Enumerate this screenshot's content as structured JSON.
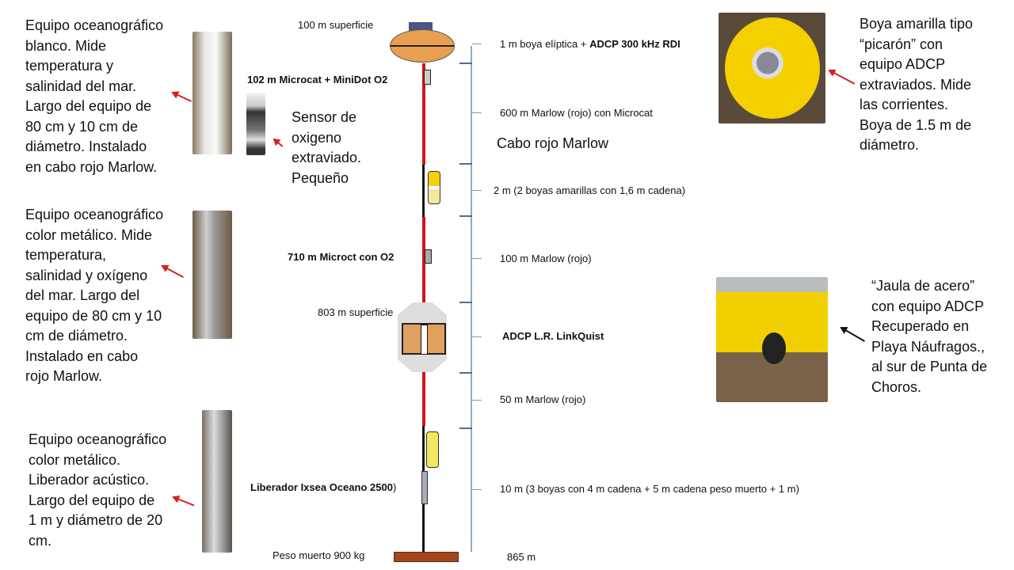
{
  "left_descriptions": [
    "Equipo oceanográfico\nblanco. Mide\ntemperatura y\nsalinidad del mar.\nLargo del equipo de\n80 cm y 10 cm de\ndiámetro. Instalado\nen cabo rojo Marlow.",
    "Sensor de\noxigeno\nextraviado.\nPequeño",
    "Equipo oceanográfico\ncolor metálico. Mide\ntemperatura,\nsalinidad y oxígeno\ndel mar. Largo del\nequipo de 80 cm y 10\ncm de diámetro.\nInstalado en cabo\nrojo Marlow.",
    "Equipo oceanográfico\ncolor metálico.\nLiberador acústico.\nLargo del equipo de\n1 m y diámetro de 20\ncm."
  ],
  "right_descriptions": [
    "Boya amarilla tipo\n“picarón” con\nequipo ADCP\nextraviados. Mide\nlas corrientes.\nBoya de 1.5 m de\ndiámetro.",
    "“Jaula de acero”\ncon equipo ADCP\nRecuperado  en\nPlaya Náufragos.,\nal sur de Punta de\nChoros."
  ],
  "mooring_labels": {
    "top": "100  m superficie",
    "microcat1": "102 m Microcat +  MiniDot O2",
    "microcat2": "710 m Microct con O2",
    "adcp_depth": "803 m superficie",
    "release": "Liberador Ixsea Oceano 2500",
    "release_paren": ")",
    "anchor": "Peso muerto  900 kg"
  },
  "segments": [
    {
      "text": "1 m boya elíptica + ",
      "bold": "ADCP 300 kHz RDI"
    },
    {
      "text": "600 m Marlow (rojo) con Microcat"
    },
    {
      "text": "2 m (2 boyas amarillas con 1,6 m cadena)"
    },
    {
      "text": "100 m Marlow (rojo)"
    },
    {
      "bold": "ADCP L.R. LinkQuist"
    },
    {
      "text": "50 m Marlow (rojo)"
    },
    {
      "text": "10 m (3 boyas con  4 m cadena + 5 m cadena peso muerto  + 1 m)"
    }
  ],
  "cable_label": "Cabo rojo Marlow",
  "total_depth": "865 m",
  "colors": {
    "cable": "#d0141c",
    "buoy": "#e8a050",
    "anchor": "#a5461f",
    "yellow": "#f2d20c",
    "arrow_red": "#d42020"
  }
}
